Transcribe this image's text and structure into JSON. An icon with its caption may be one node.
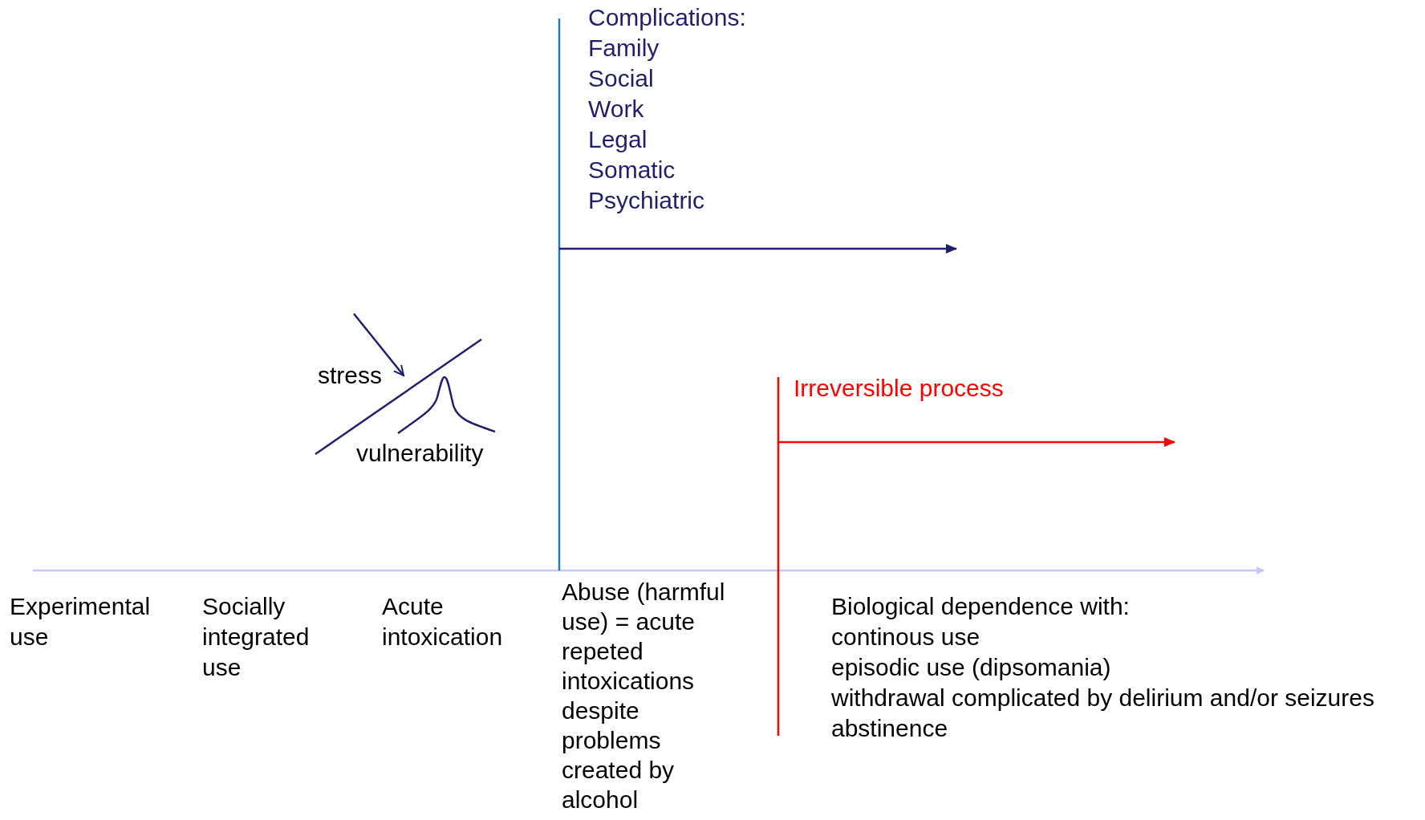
{
  "diagram": {
    "labels": [
      "Complications:",
      "Family",
      "Social",
      "Work",
      "Legal",
      "Somatic",
      "Psychiatric",
      "Irreversible process",
      "stress",
      "vulnerability",
      "Experimental use",
      "Socially integrated use",
      "Acute intoxication",
      "Abuse (harmful use) = acute repeted intoxications despite problems created by alcohol",
      "Biological dependence with:",
      "continous use",
      "episodic use (dipsomania)",
      "withdrawal complicated by delirium and/or seizures",
      "abstinence"
    ]
  }
}
